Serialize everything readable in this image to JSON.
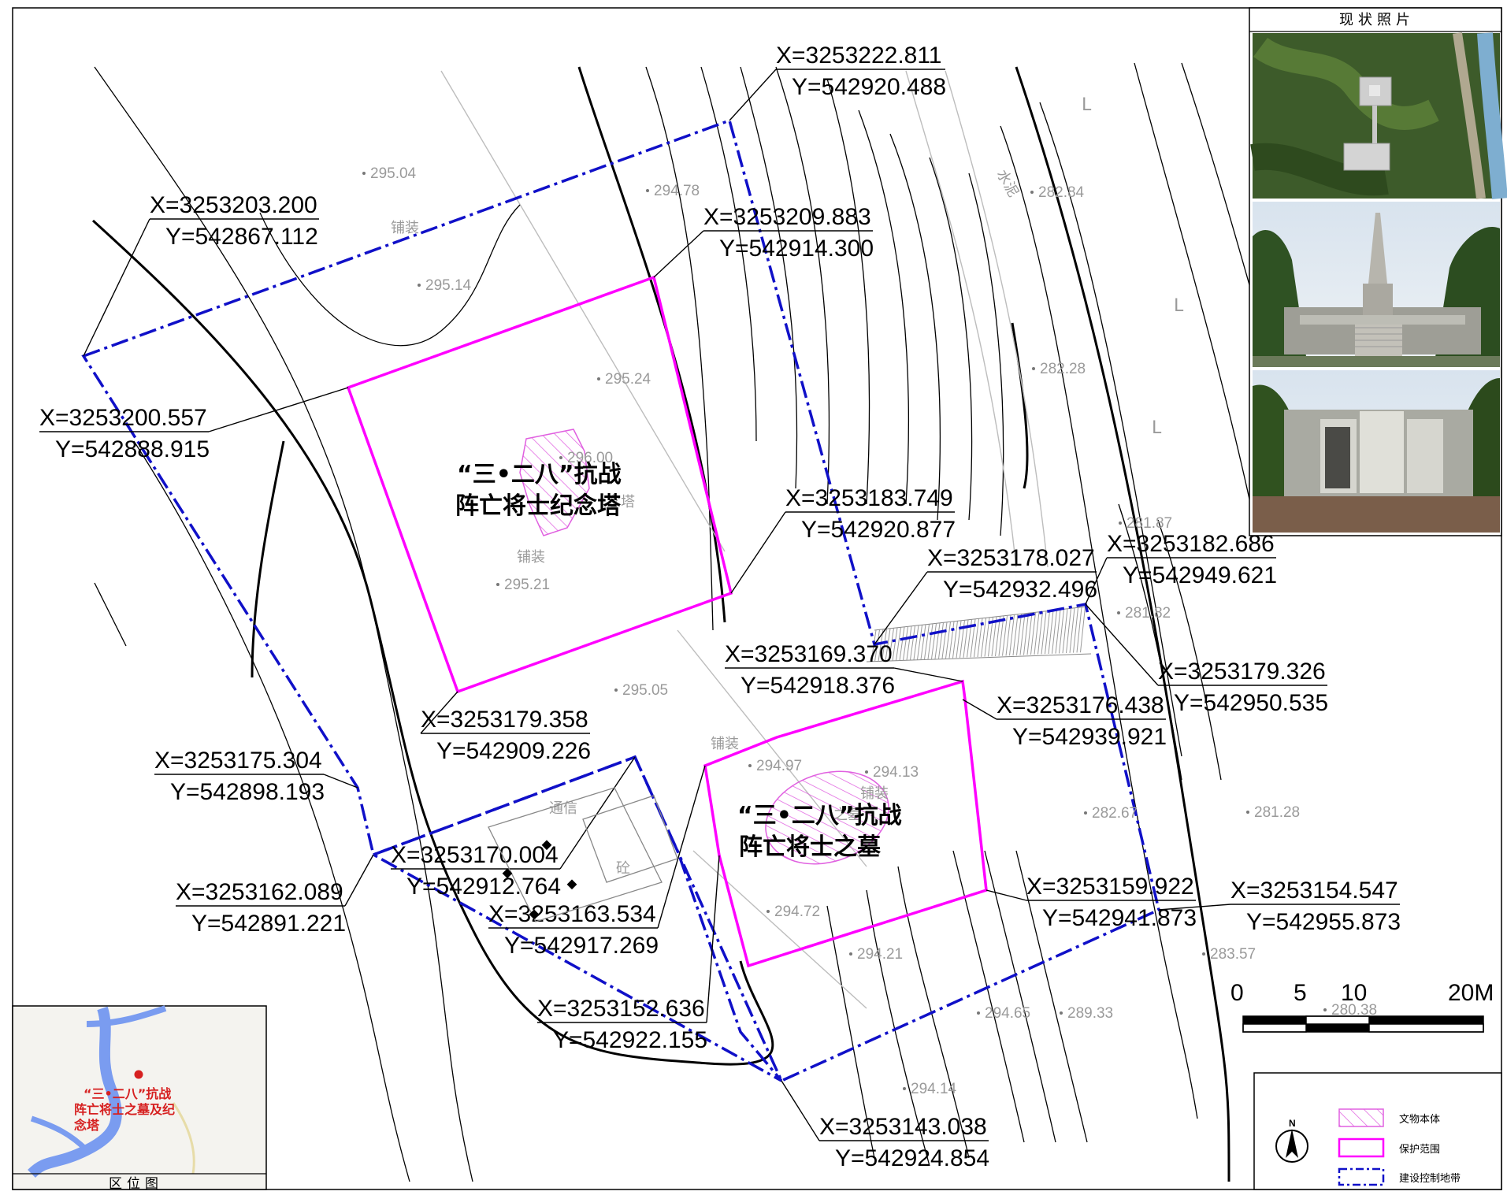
{
  "coords": [
    {
      "x": "X=3253222.811",
      "y": "Y=542920.488"
    },
    {
      "x": "X=3253203.200",
      "y": "Y=542867.112"
    },
    {
      "x": "X=3253209.883",
      "y": "Y=542914.300"
    },
    {
      "x": "X=3253200.557",
      "y": "Y=542888.915"
    },
    {
      "x": "X=3253183.749",
      "y": "Y=542920.877"
    },
    {
      "x": "X=3253178.027",
      "y": "Y=542932.496"
    },
    {
      "x": "X=3253182.686",
      "y": "Y=542949.621"
    },
    {
      "x": "X=3253169.370",
      "y": "Y=542918.376"
    },
    {
      "x": "X=3253179.326",
      "y": "Y=542950.535"
    },
    {
      "x": "X=3253176.438",
      "y": "Y=542939.921"
    },
    {
      "x": "X=3253179.358",
      "y": "Y=542909.226"
    },
    {
      "x": "X=3253175.304",
      "y": "Y=542898.193"
    },
    {
      "x": "X=3253170.004",
      "y": "Y=542912.764"
    },
    {
      "x": "X=3253162.089",
      "y": "Y=542891.221"
    },
    {
      "x": "X=3253163.534",
      "y": "Y=542917.269"
    },
    {
      "x": "X=3253159.922",
      "y": "Y=542941.873"
    },
    {
      "x": "X=3253154.547",
      "y": "Y=542955.873"
    },
    {
      "x": "X=3253152.636",
      "y": "Y=542922.155"
    },
    {
      "x": "X=3253143.038",
      "y": "Y=542924.854"
    }
  ],
  "elevations": [
    "295.04",
    "294.78",
    "282.84",
    "295.14",
    "295.24",
    "282.28",
    "281.87",
    "295.21",
    "281.82",
    "295.05",
    "294.97",
    "294.13",
    "282.67",
    "281.28",
    "294.72",
    "294.21",
    "283.57",
    "294.65",
    "289.33",
    "280.38",
    "294.14",
    "296.00"
  ],
  "map_labels": {
    "paving_1": "铺装",
    "paving_2": "铺装",
    "paving_3": "铺装",
    "paving_4": "铺装",
    "cement": "水泥",
    "telecom": "通信",
    "concrete": "砼",
    "tower_small": "念塔",
    "tomb_small": "之墓",
    "slope_l1": "L",
    "slope_l2": "L",
    "slope_l3": "L"
  },
  "titles": {
    "tower_line1": "“三•二八”抗战",
    "tower_line2": "阵亡将士纪念塔",
    "tomb_line1": "“三•二八”抗战",
    "tomb_line2": "阵亡将士之墓"
  },
  "photos": {
    "panel_title": "现状照片"
  },
  "inset": {
    "title": "区位图",
    "label_line1": "“三•二八”抗战",
    "label_line2": "阵亡将士之墓及纪",
    "label_line3": "念塔"
  },
  "scale": {
    "ticks": [
      "0",
      "5",
      "10",
      "20M"
    ]
  },
  "legend": {
    "north": "N",
    "items": [
      {
        "label": "文物本体",
        "color": "#e040e0"
      },
      {
        "label": "保护范围",
        "color": "#ff00ff"
      },
      {
        "label": "建设控制地带",
        "color": "#0000cc"
      }
    ]
  },
  "colors": {
    "protection": "#ff00ff",
    "control": "#1010c8",
    "hatch": "#e060e0",
    "marker": "#d62020",
    "river": "#7a9cf0"
  }
}
